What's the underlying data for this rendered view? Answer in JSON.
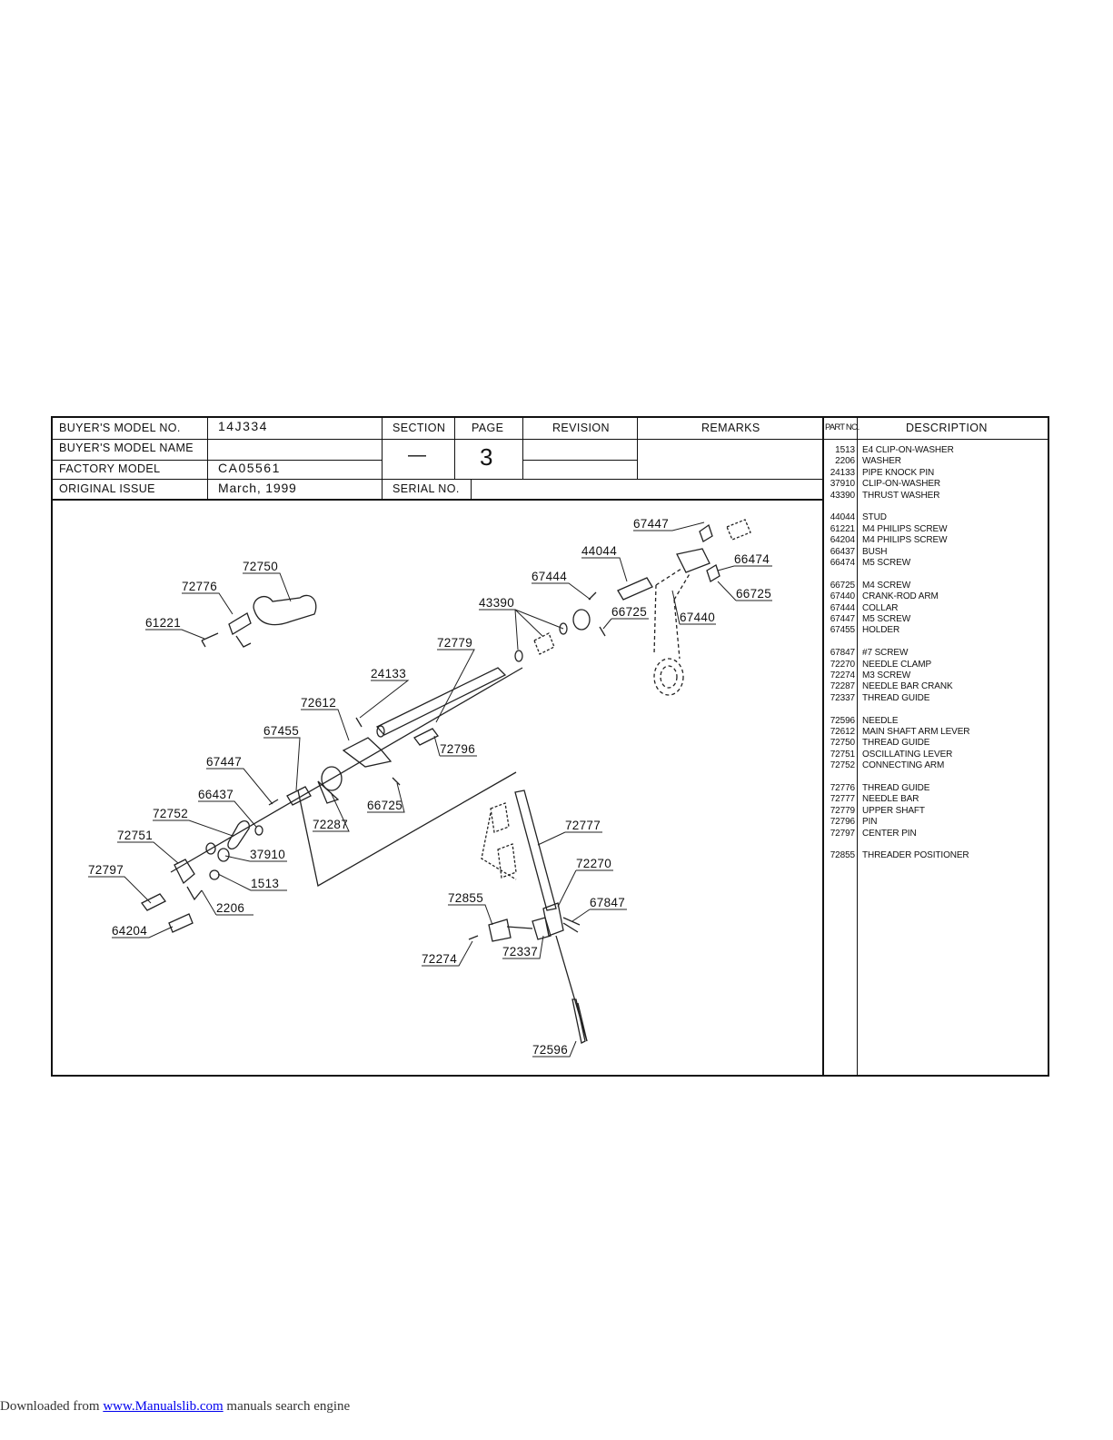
{
  "header": {
    "buyers_model_no_label": "BUYER'S  MODEL  NO.",
    "buyers_model_no": "14J334",
    "buyers_model_name_label": "BUYER'S  MODEL  NAME",
    "buyers_model_name": "",
    "factory_model_label": "FACTORY  MODEL",
    "factory_model": "CA05561",
    "original_issue_label": "ORIGINAL ISSUE",
    "original_issue": "March,  1999",
    "section_label": "SECTION",
    "section_value": "—",
    "page_label": "PAGE",
    "page_value": "3",
    "revision_label": "REVISION",
    "remarks_label": "REMARKS",
    "serial_no_label": "SERIAL NO.",
    "part_no_label": "PART NO.",
    "description_label": "DESCRIPTION"
  },
  "parts": [
    {
      "no": "1513",
      "desc": "E4 CLIP-ON-WASHER"
    },
    {
      "no": "2206",
      "desc": "WASHER"
    },
    {
      "no": "24133",
      "desc": "PIPE KNOCK PIN"
    },
    {
      "no": "37910",
      "desc": "CLIP-ON-WASHER"
    },
    {
      "no": "43390",
      "desc": "THRUST WASHER"
    },
    {
      "no": "44044",
      "desc": "STUD"
    },
    {
      "no": "61221",
      "desc": "M4 PHILIPS SCREW"
    },
    {
      "no": "64204",
      "desc": "M4 PHILIPS SCREW"
    },
    {
      "no": "66437",
      "desc": "BUSH"
    },
    {
      "no": "66474",
      "desc": "M5 SCREW"
    },
    {
      "no": "66725",
      "desc": "M4 SCREW"
    },
    {
      "no": "67440",
      "desc": "CRANK-ROD ARM"
    },
    {
      "no": "67444",
      "desc": "COLLAR"
    },
    {
      "no": "67447",
      "desc": "M5 SCREW"
    },
    {
      "no": "67455",
      "desc": "HOLDER"
    },
    {
      "no": "67847",
      "desc": "#7 SCREW"
    },
    {
      "no": "72270",
      "desc": "NEEDLE CLAMP"
    },
    {
      "no": "72274",
      "desc": "M3 SCREW"
    },
    {
      "no": "72287",
      "desc": "NEEDLE BAR CRANK"
    },
    {
      "no": "72337",
      "desc": "THREAD GUIDE"
    },
    {
      "no": "72596",
      "desc": "NEEDLE"
    },
    {
      "no": "72612",
      "desc": "MAIN SHAFT ARM LEVER"
    },
    {
      "no": "72750",
      "desc": "THREAD GUIDE"
    },
    {
      "no": "72751",
      "desc": "OSCILLATING LEVER"
    },
    {
      "no": "72752",
      "desc": "CONNECTING ARM"
    },
    {
      "no": "72776",
      "desc": "THREAD GUIDE"
    },
    {
      "no": "72777",
      "desc": "NEEDLE BAR"
    },
    {
      "no": "72779",
      "desc": "UPPER SHAFT"
    },
    {
      "no": "72796",
      "desc": "PIN"
    },
    {
      "no": "72797",
      "desc": "CENTER PIN"
    },
    {
      "no": "72855",
      "desc": "THREADER POSITIONER"
    }
  ],
  "callouts": [
    "67447",
    "44044",
    "66474",
    "67444",
    "66725",
    "43390",
    "66725",
    "67440",
    "72750",
    "72776",
    "61221",
    "72779",
    "24133",
    "72612",
    "67455",
    "72796",
    "67447",
    "66437",
    "66725",
    "72287",
    "72752",
    "72751",
    "37910",
    "72797",
    "1513",
    "2206",
    "64204",
    "72777",
    "72270",
    "72855",
    "67847",
    "72337",
    "72274",
    "72596"
  ],
  "footer": {
    "prefix": "Downloaded from ",
    "link": "www.Manualslib.com",
    "suffix": "  manuals search engine"
  }
}
